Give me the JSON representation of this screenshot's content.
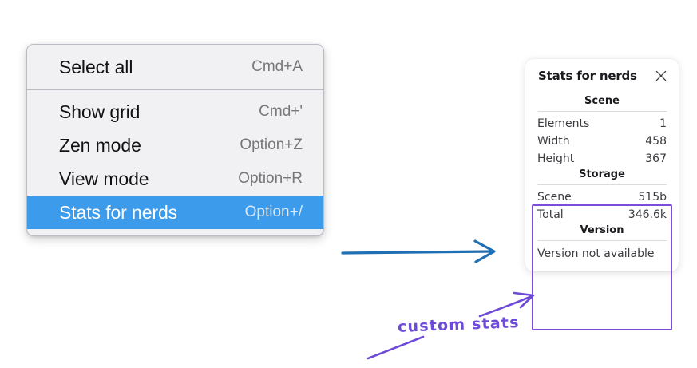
{
  "menu": {
    "groups": [
      {
        "items": [
          {
            "label": "Select all",
            "shortcut": "Cmd+A",
            "selected": false
          }
        ]
      },
      {
        "items": [
          {
            "label": "Show grid",
            "shortcut": "Cmd+'",
            "selected": false
          },
          {
            "label": "Zen mode",
            "shortcut": "Option+Z",
            "selected": false
          },
          {
            "label": "View mode",
            "shortcut": "Option+R",
            "selected": false
          },
          {
            "label": "Stats for nerds",
            "shortcut": "Option+/",
            "selected": true
          }
        ]
      }
    ],
    "selected_background": "#3c9bea"
  },
  "stats_panel": {
    "title": "Stats for nerds",
    "close_icon": "close-icon",
    "sections": [
      {
        "name": "scene",
        "heading": "Scene",
        "rows": [
          {
            "key": "Elements",
            "value": "1"
          },
          {
            "key": "Width",
            "value": "458"
          },
          {
            "key": "Height",
            "value": "367"
          }
        ]
      },
      {
        "name": "storage",
        "heading": "Storage",
        "rows": [
          {
            "key": "Scene",
            "value": "515b"
          },
          {
            "key": "Total",
            "value": "346.6k"
          }
        ]
      },
      {
        "name": "version",
        "heading": "Version",
        "single_value": "Version not available"
      }
    ]
  },
  "annotations": {
    "highlight_color": "#7c4ddb",
    "arrow_color": "#1f6fb5",
    "label": "custom stats"
  }
}
